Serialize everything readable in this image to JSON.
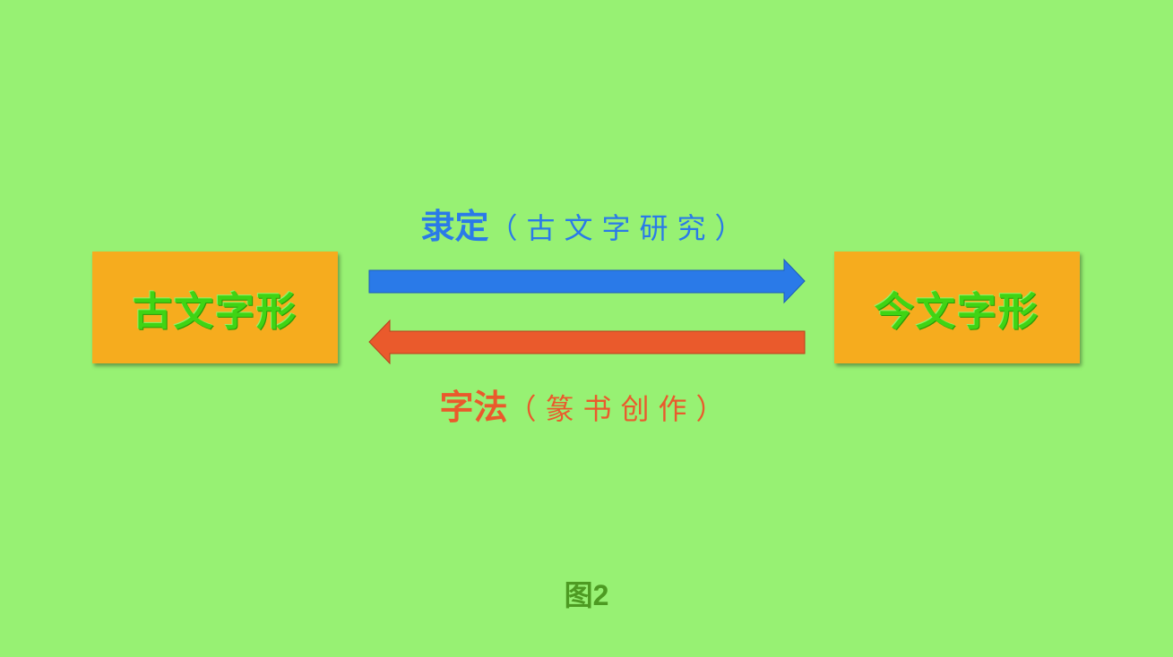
{
  "diagram": {
    "left_box": {
      "label": "古文字形"
    },
    "right_box": {
      "label": "今文字形"
    },
    "top_arrow": {
      "main": "隶定",
      "detail": "（古文字研究）",
      "direction": "left-to-right",
      "color": "#2a7ae8"
    },
    "bottom_arrow": {
      "main": "字法",
      "detail": "（篆书创作）",
      "direction": "right-to-left",
      "color": "#ea5a2c"
    },
    "caption": "图2"
  },
  "colors": {
    "background": "#97f173",
    "box": "#f6ac1e",
    "box_text": "#3fd414"
  }
}
